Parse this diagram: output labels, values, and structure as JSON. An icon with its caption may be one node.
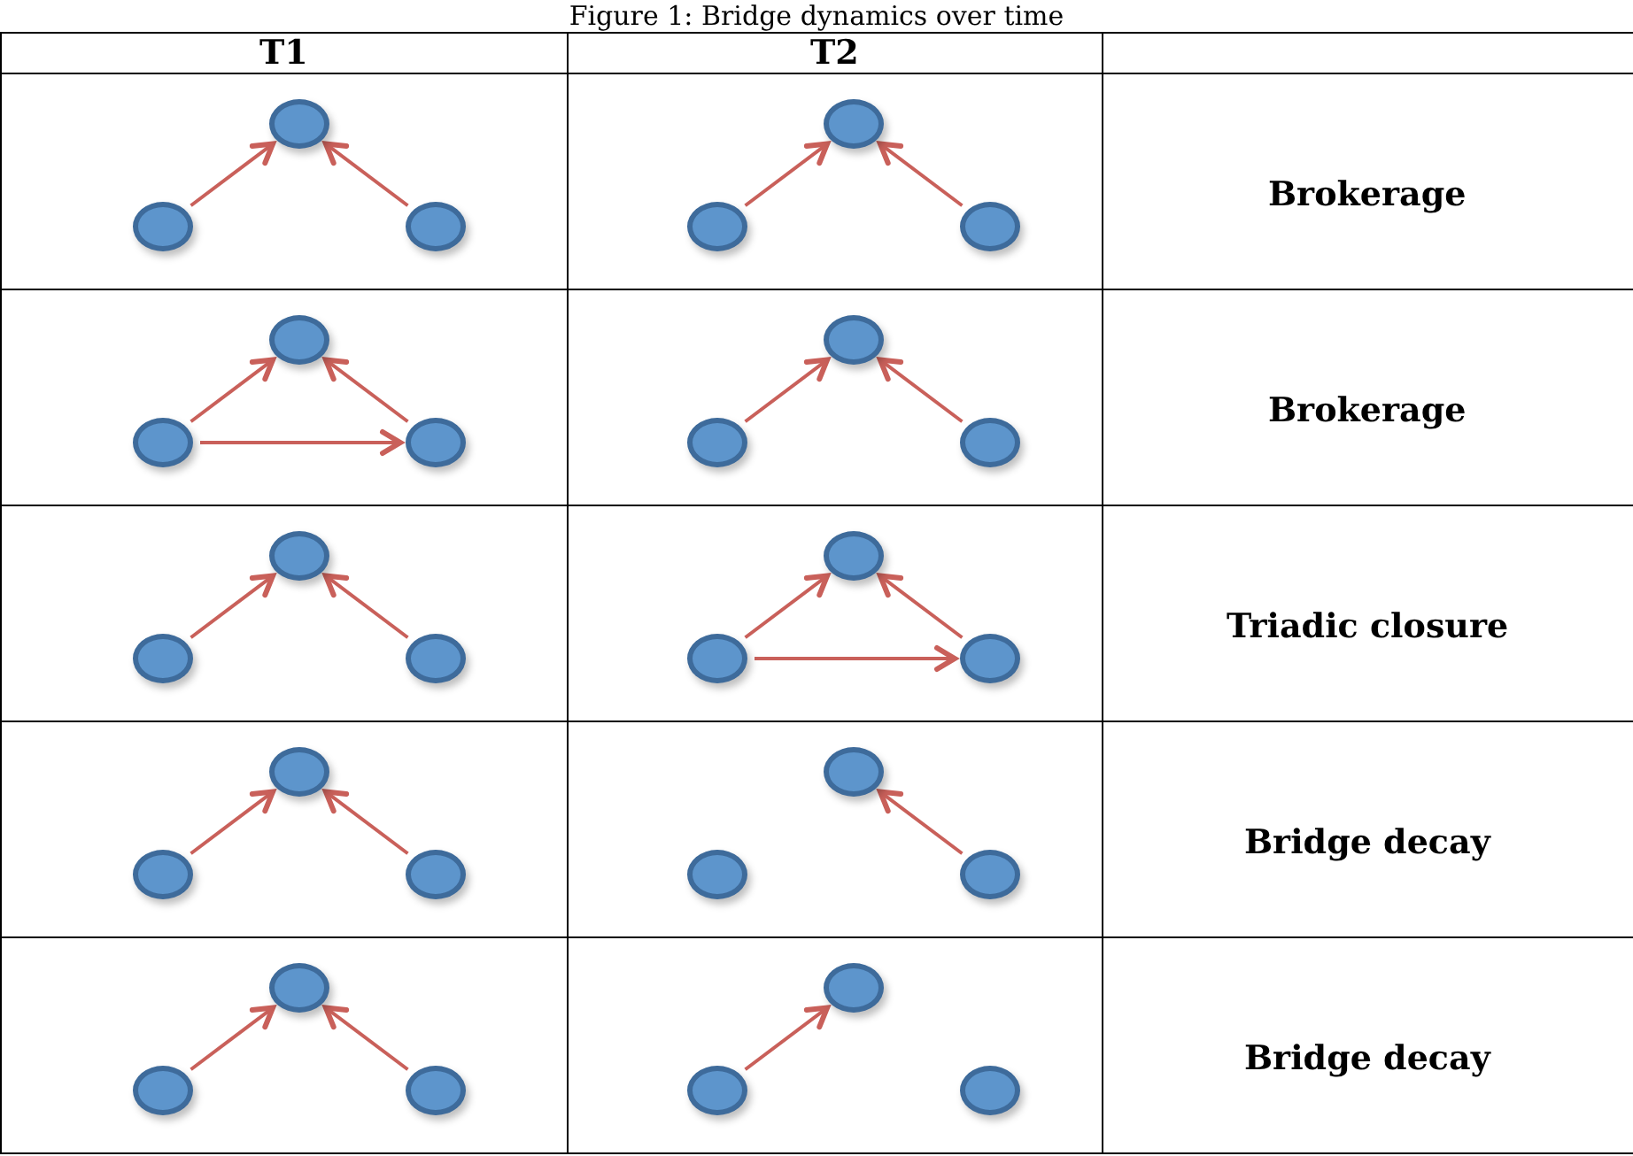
{
  "diagram": {
    "title": "Figure 1: Bridge dynamics over time",
    "nodes": [
      {
        "text": [],
        "shape": "circle"
      },
      {
        "text": [],
        "shape": "circle"
      },
      {
        "text": [],
        "shape": "circle"
      },
      {
        "text": [],
        "shape": "circle"
      },
      {
        "text": [],
        "shape": "circle"
      },
      {
        "text": [],
        "shape": "circle"
      },
      {
        "text": [],
        "shape": "circle"
      },
      {
        "text": [],
        "shape": "circle"
      },
      {
        "text": [],
        "shape": "circle"
      },
      {
        "text": [],
        "shape": "circle"
      },
      {
        "text": [],
        "shape": "circle"
      },
      {
        "text": [],
        "shape": "circle"
      },
      {
        "text": [],
        "shape": "circle"
      },
      {
        "text": [],
        "shape": "circle"
      },
      {
        "text": [],
        "shape": "circle"
      },
      {
        "text": [],
        "shape": "circle"
      },
      {
        "text": [],
        "shape": "circle"
      },
      {
        "text": [],
        "shape": "circle"
      },
      {
        "text": [],
        "shape": "circle"
      },
      {
        "text": [],
        "shape": "circle"
      },
      {
        "text": [],
        "shape": "circle"
      },
      {
        "text": [],
        "shape": "circle"
      },
      {
        "text": [],
        "shape": "circle"
      },
      {
        "text": [],
        "shape": "circle"
      },
      {
        "text": [],
        "shape": "circle"
      },
      {
        "text": [],
        "shape": "circle"
      },
      {
        "text": [],
        "shape": "circle"
      },
      {
        "text": [],
        "shape": "circle"
      },
      {
        "text": [],
        "shape": "circle"
      },
      {
        "text": [],
        "shape": "circle"
      }
    ],
    "edges": [
      {
        "from": 0,
        "to": 1,
        "arrow": "to"
      },
      {
        "from": 2,
        "to": 1,
        "arrow": "to"
      },
      {
        "from": 3,
        "to": 4,
        "arrow": "to"
      },
      {
        "from": 5,
        "to": 4,
        "arrow": "to"
      },
      {
        "from": 6,
        "to": 7,
        "arrow": "to"
      },
      {
        "from": 8,
        "to": 7,
        "arrow": "to"
      },
      {
        "from": 6,
        "to": 8,
        "arrow": "to"
      },
      {
        "from": 9,
        "to": 10,
        "arrow": "to"
      },
      {
        "from": 11,
        "to": 10,
        "arrow": "to"
      },
      {
        "from": 12,
        "to": 13,
        "arrow": "to"
      },
      {
        "from": 14,
        "to": 13,
        "arrow": "to"
      },
      {
        "from": 15,
        "to": 16,
        "arrow": "to"
      },
      {
        "from": 17,
        "to": 16,
        "arrow": "to"
      },
      {
        "from": 15,
        "to": 17,
        "arrow": "to"
      },
      {
        "from": 18,
        "to": 19,
        "arrow": "to"
      },
      {
        "from": 20,
        "to": 19,
        "arrow": "to"
      },
      {
        "from": 23,
        "to": 22,
        "arrow": "to"
      },
      {
        "from": 24,
        "to": 25,
        "arrow": "to"
      },
      {
        "from": 26,
        "to": 25,
        "arrow": "to"
      },
      {
        "from": 27,
        "to": 28,
        "arrow": "to"
      }
    ],
    "labels": [
      "T1",
      "T2",
      "Brokerage",
      "Brokerage",
      "Triadic closure",
      "Bridge decay",
      "Bridge decay"
    ]
  }
}
